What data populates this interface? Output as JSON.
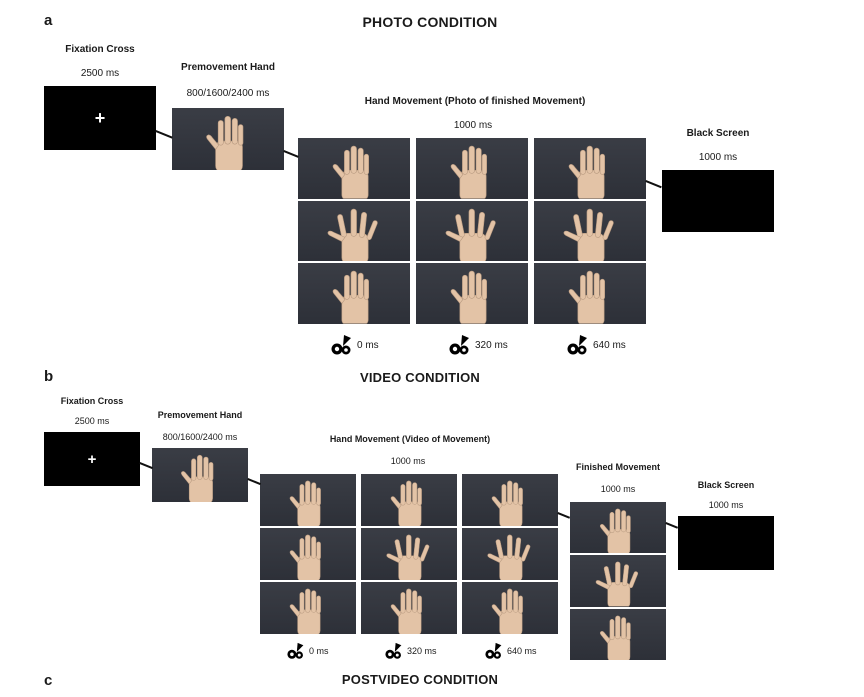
{
  "panels": {
    "a": {
      "letter": "a",
      "title": "PHOTO CONDITION",
      "fixation_label": "Fixation Cross",
      "fixation_time": "2500 ms",
      "premove_label": "Premovement Hand",
      "premove_time": "800/1600/2400 ms",
      "movement_label": "Hand Movement (Photo of finished Movement)",
      "movement_time": "1000 ms",
      "black_label": "Black Screen",
      "black_time": "1000 ms",
      "stamps": [
        "0 ms",
        "320 ms",
        "640 ms"
      ]
    },
    "b": {
      "letter": "b",
      "title": "VIDEO CONDITION",
      "fixation_label": "Fixation Cross",
      "fixation_time": "2500 ms",
      "premove_label": "Premovement Hand",
      "premove_time": "800/1600/2400 ms",
      "movement_label": "Hand Movement (Video of Movement)",
      "movement_time": "1000 ms",
      "finished_label": "Finished Movement",
      "finished_time": "1000 ms",
      "black_label": "Black Screen",
      "black_time": "1000 ms",
      "stamps": [
        "0 ms",
        "320 ms",
        "640 ms"
      ]
    },
    "c": {
      "letter": "c",
      "title": "POSTVIDEO CONDITION"
    }
  },
  "symbols": {
    "fixation": "+",
    "stopwatch_icon": "stopwatch-icon",
    "hand_image": "hand-photo"
  },
  "colors": {
    "photo_background": "#33363e",
    "hand_skin": "#e3c3a6",
    "screen": "#000000"
  }
}
